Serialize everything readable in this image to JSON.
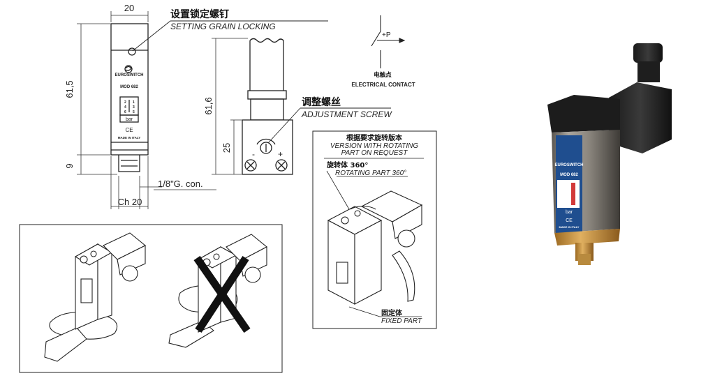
{
  "drawing": {
    "dims": {
      "width_top": "20",
      "height_body": "61,5",
      "height_fitting": "9",
      "thread": "1/8\"G. con.",
      "hex": "Ch 20",
      "height_side": "61,6",
      "height_block": "25"
    },
    "callouts": {
      "setting_cn": "设置锁定螺钉",
      "setting_en": "SETTING GRAIN LOCKING",
      "adjust_cn": "调整螺丝",
      "adjust_en": "ADJUSTMENT SCREW",
      "contact_cn": "电触点",
      "contact_en": "ELECTRICAL CONTACT",
      "contact_p": "+P"
    },
    "front_label": {
      "brand": "EUROSWITCH",
      "model": "MOD 682",
      "unit": "bar",
      "ce": "CE",
      "made": "MADE IN ITALY",
      "scale": [
        "2",
        "1",
        "4",
        "3",
        "6",
        "5"
      ]
    },
    "rotating_box": {
      "title_cn": "根据要求旋转版本",
      "title_en_1": "VERSION WITH ROTATING",
      "title_en_2": "PART ON REQUEST",
      "rot_cn": "旋转体 360°",
      "rot_en": "ROTATING PART 360°",
      "fixed_cn": "固定体",
      "fixed_en": "FIXED PART"
    }
  },
  "photo": {
    "brand": "EUROSWITCH",
    "model": "MOD 682",
    "unit": "bar",
    "ce": "CE",
    "made": "MADE IN ITALY"
  },
  "colors": {
    "line": "#222222",
    "label_blue": "#1f4e8f",
    "brass": "#c8923c",
    "scale_red": "#d23a3a"
  }
}
